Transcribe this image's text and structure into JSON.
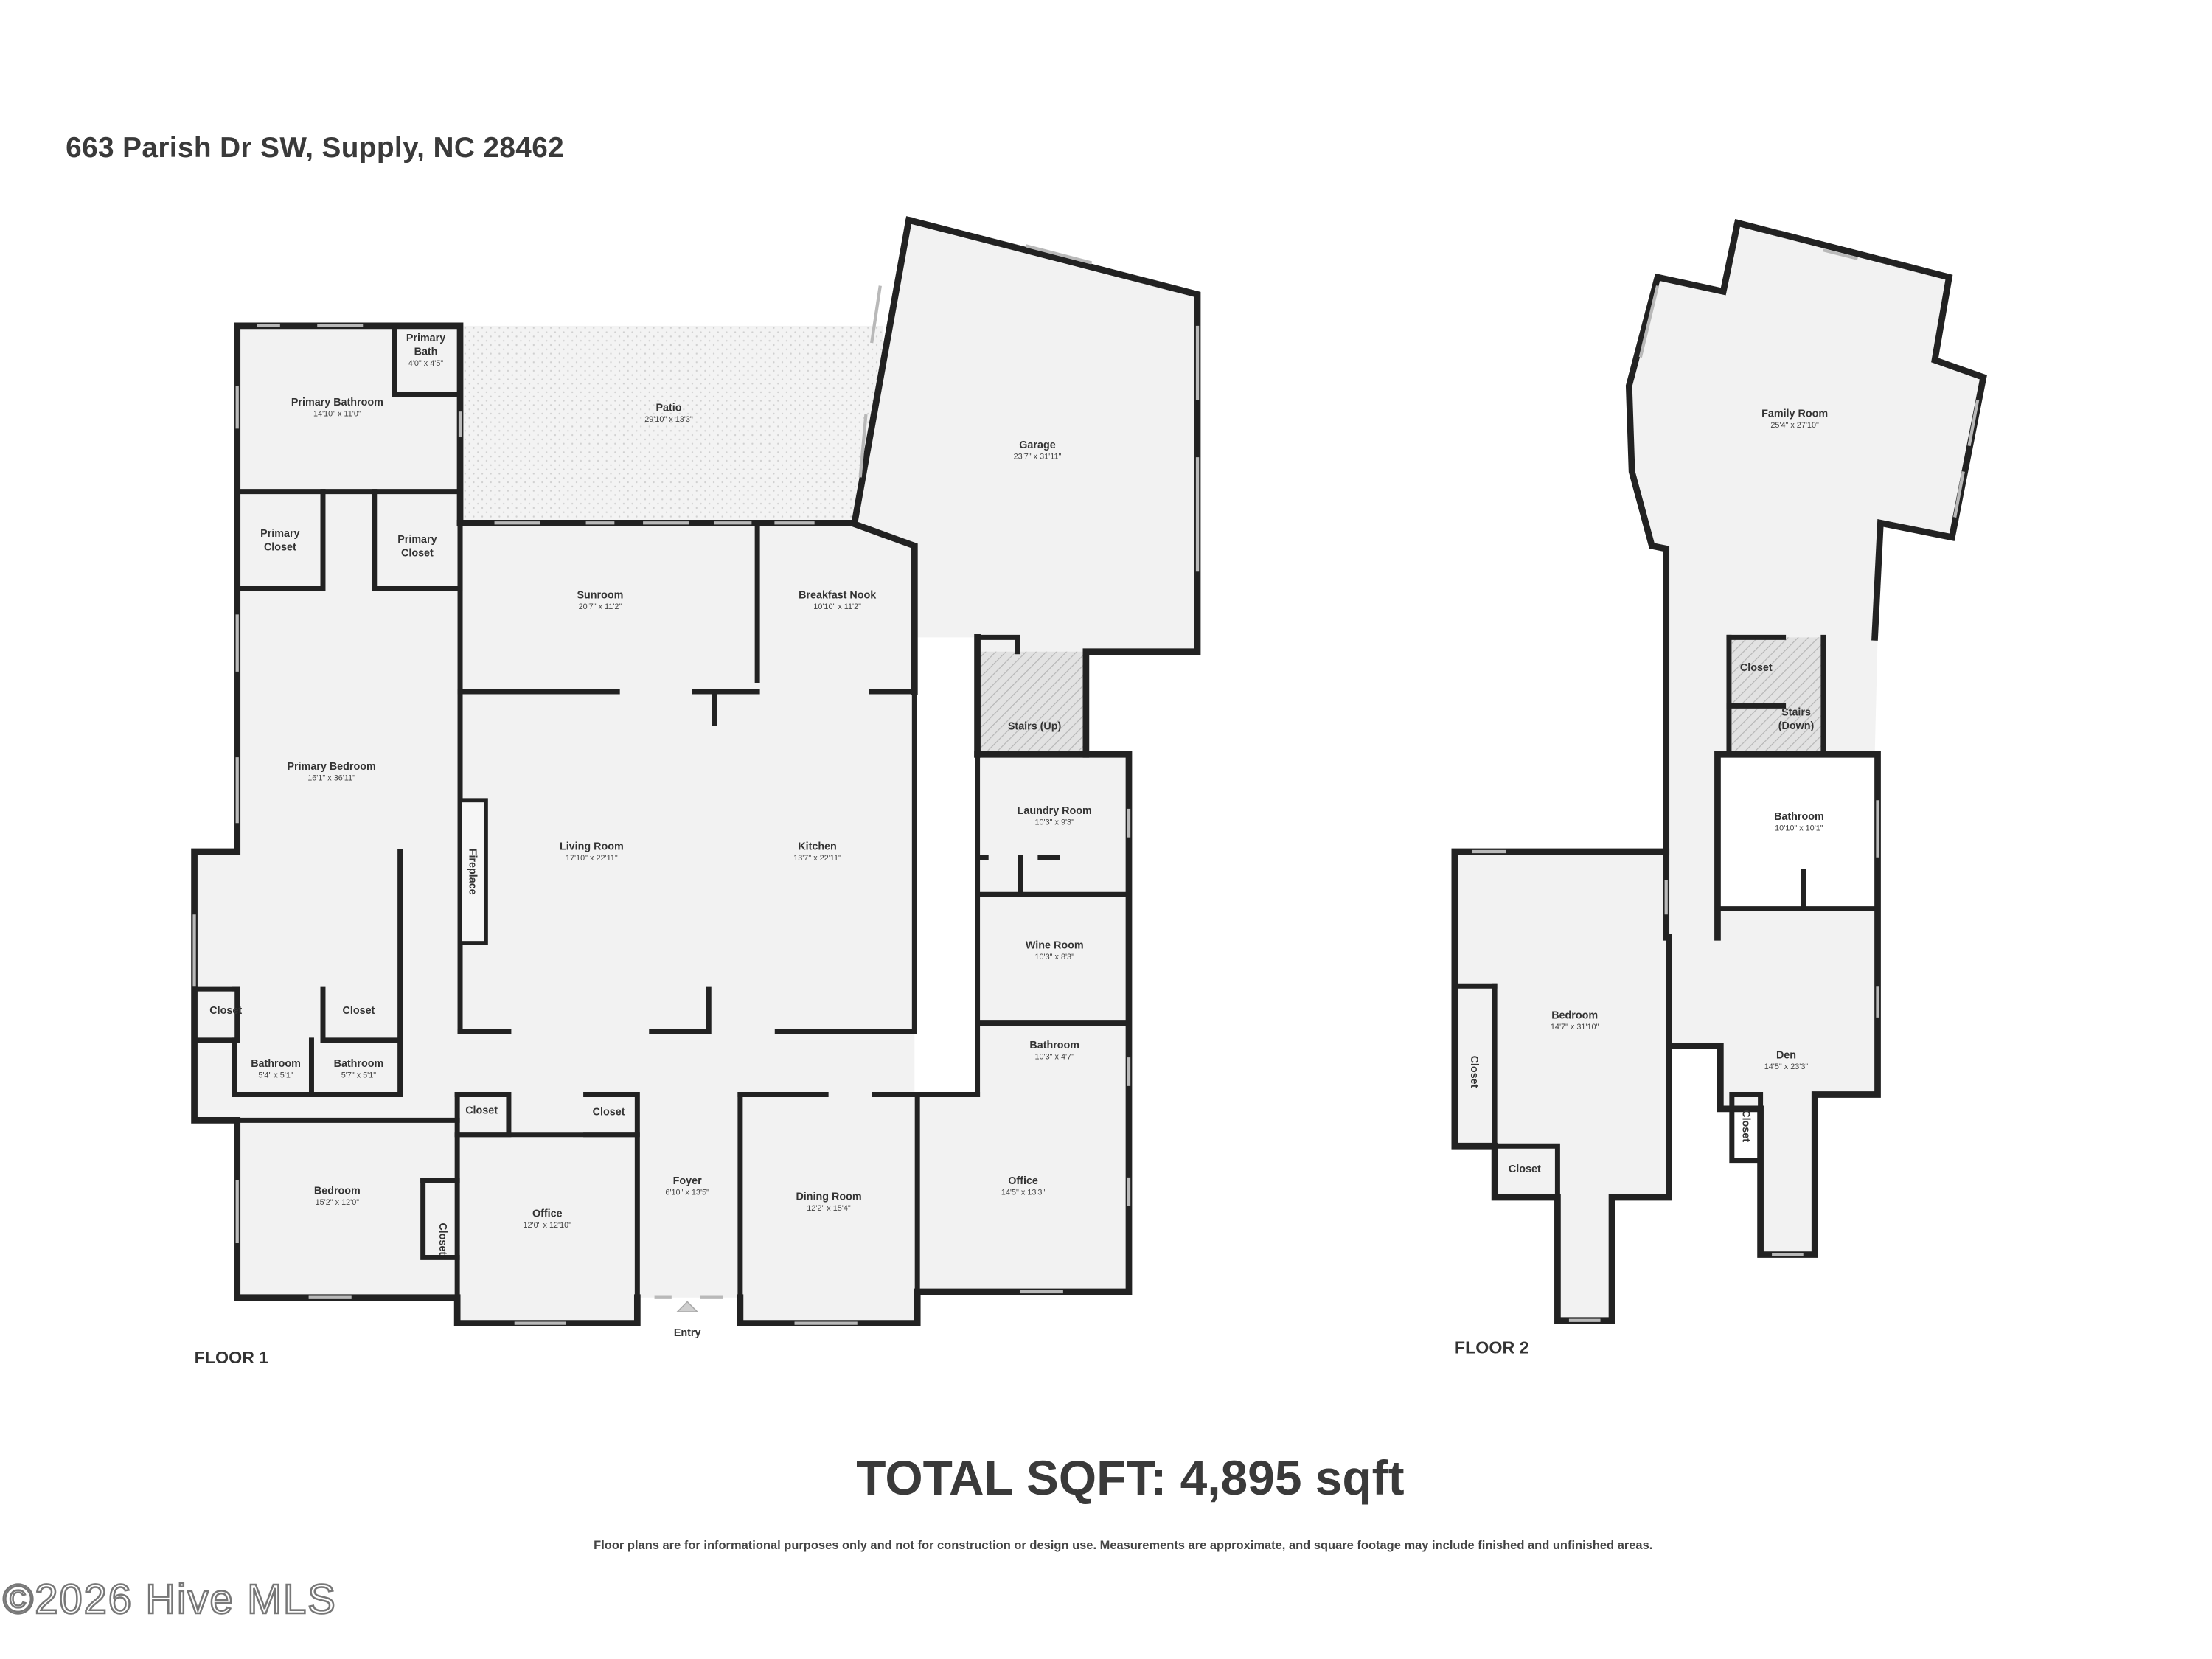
{
  "address": "663 Parish Dr SW, Supply, NC 28462",
  "floors": [
    {
      "label": "FLOOR 1",
      "entry_label": "Entry",
      "rooms": [
        {
          "id": "primary-bath",
          "name": "Primary Bath",
          "dim": "4'0\" x 4'5\""
        },
        {
          "id": "primary-bathroom",
          "name": "Primary Bathroom",
          "dim": "14'10\" x 11'0\""
        },
        {
          "id": "patio",
          "name": "Patio",
          "dim": "29'10\" x 13'3\""
        },
        {
          "id": "garage",
          "name": "Garage",
          "dim": "23'7\" x 31'11\""
        },
        {
          "id": "primary-closet-1",
          "name": "Primary Closet",
          "dim": ""
        },
        {
          "id": "primary-closet-2",
          "name": "Primary Closet",
          "dim": ""
        },
        {
          "id": "sunroom",
          "name": "Sunroom",
          "dim": "20'7\" x 11'2\""
        },
        {
          "id": "breakfast-nook",
          "name": "Breakfast Nook",
          "dim": "10'10\" x 11'2\""
        },
        {
          "id": "stairs-up",
          "name": "Stairs (Up)",
          "dim": ""
        },
        {
          "id": "primary-bedroom",
          "name": "Primary Bedroom",
          "dim": "16'1\" x 36'11\""
        },
        {
          "id": "fireplace",
          "name": "Fireplace",
          "dim": ""
        },
        {
          "id": "living-room",
          "name": "Living Room",
          "dim": "17'10\" x 22'11\""
        },
        {
          "id": "kitchen",
          "name": "Kitchen",
          "dim": "13'7\" x 22'11\""
        },
        {
          "id": "laundry-room",
          "name": "Laundry Room",
          "dim": "10'3\" x 9'3\""
        },
        {
          "id": "wine-room",
          "name": "Wine Room",
          "dim": "10'3\" x 8'3\""
        },
        {
          "id": "closet-a",
          "name": "Closet",
          "dim": ""
        },
        {
          "id": "closet-b",
          "name": "Closet",
          "dim": ""
        },
        {
          "id": "bathroom-a",
          "name": "Bathroom",
          "dim": "5'4\" x 5'1\""
        },
        {
          "id": "bathroom-b",
          "name": "Bathroom",
          "dim": "5'7\" x 5'1\""
        },
        {
          "id": "bathroom-c",
          "name": "Bathroom",
          "dim": "10'3\" x 4'7\""
        },
        {
          "id": "closet-c",
          "name": "Closet",
          "dim": ""
        },
        {
          "id": "closet-d",
          "name": "Closet",
          "dim": ""
        },
        {
          "id": "bedroom",
          "name": "Bedroom",
          "dim": "15'2\" x 12'0\""
        },
        {
          "id": "closet-e",
          "name": "Closet",
          "dim": ""
        },
        {
          "id": "office-1",
          "name": "Office",
          "dim": "12'0\" x 12'10\""
        },
        {
          "id": "foyer",
          "name": "Foyer",
          "dim": "6'10\" x 13'5\""
        },
        {
          "id": "dining-room",
          "name": "Dining Room",
          "dim": "12'2\" x 15'4\""
        },
        {
          "id": "office-2",
          "name": "Office",
          "dim": "14'5\" x 13'3\""
        }
      ]
    },
    {
      "label": "FLOOR 2",
      "rooms": [
        {
          "id": "family-room",
          "name": "Family Room",
          "dim": "25'4\" x 27'10\""
        },
        {
          "id": "closet-f",
          "name": "Closet",
          "dim": ""
        },
        {
          "id": "stairs-down",
          "name": "Stairs (Down)",
          "dim": ""
        },
        {
          "id": "bathroom-d",
          "name": "Bathroom",
          "dim": "10'10\" x 10'1\""
        },
        {
          "id": "bedroom-2",
          "name": "Bedroom",
          "dim": "14'7\" x 31'10\""
        },
        {
          "id": "den",
          "name": "Den",
          "dim": "14'5\" x 23'3\""
        },
        {
          "id": "closet-g",
          "name": "Closet",
          "dim": ""
        },
        {
          "id": "closet-h",
          "name": "Closet",
          "dim": ""
        },
        {
          "id": "closet-i",
          "name": "Closet",
          "dim": ""
        }
      ]
    }
  ],
  "total_sqft": "TOTAL SQFT: 4,895 sqft",
  "disclaimer": "Floor plans are for informational purposes only and not for construction or design use. Measurements are approximate, and square footage may include finished and unfinished areas.",
  "copyright": "©2026 Hive MLS"
}
